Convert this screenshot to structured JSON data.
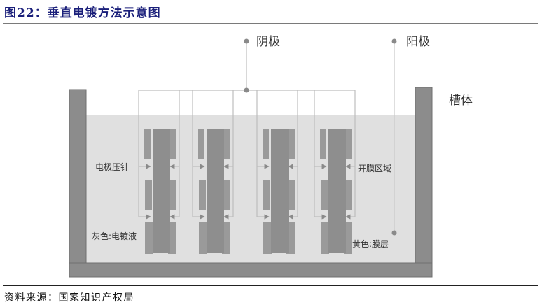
{
  "header": {
    "title": "图22：垂直电镀方法示意图"
  },
  "footer": {
    "source": "资料来源：国家知识产权局"
  },
  "diagram": {
    "labels": {
      "cathode": "阴极",
      "anode": "阳极",
      "tank": "槽体",
      "electrode_pin": "电极压针",
      "film_opening_area": "开膜区域",
      "gray_legend": "灰色:电镀液",
      "yellow_legend": "黄色:膜层"
    },
    "cathode_assembly_count": 4,
    "colors": {
      "title": "#1a1f7a",
      "tank_wall": "#8c8c8c",
      "electrolyte": "#e0e0e0",
      "board": "#8e8e8e",
      "film": "#9a9a9a",
      "wire": "#bdbdbd",
      "dot": "#8a8a8a"
    }
  }
}
